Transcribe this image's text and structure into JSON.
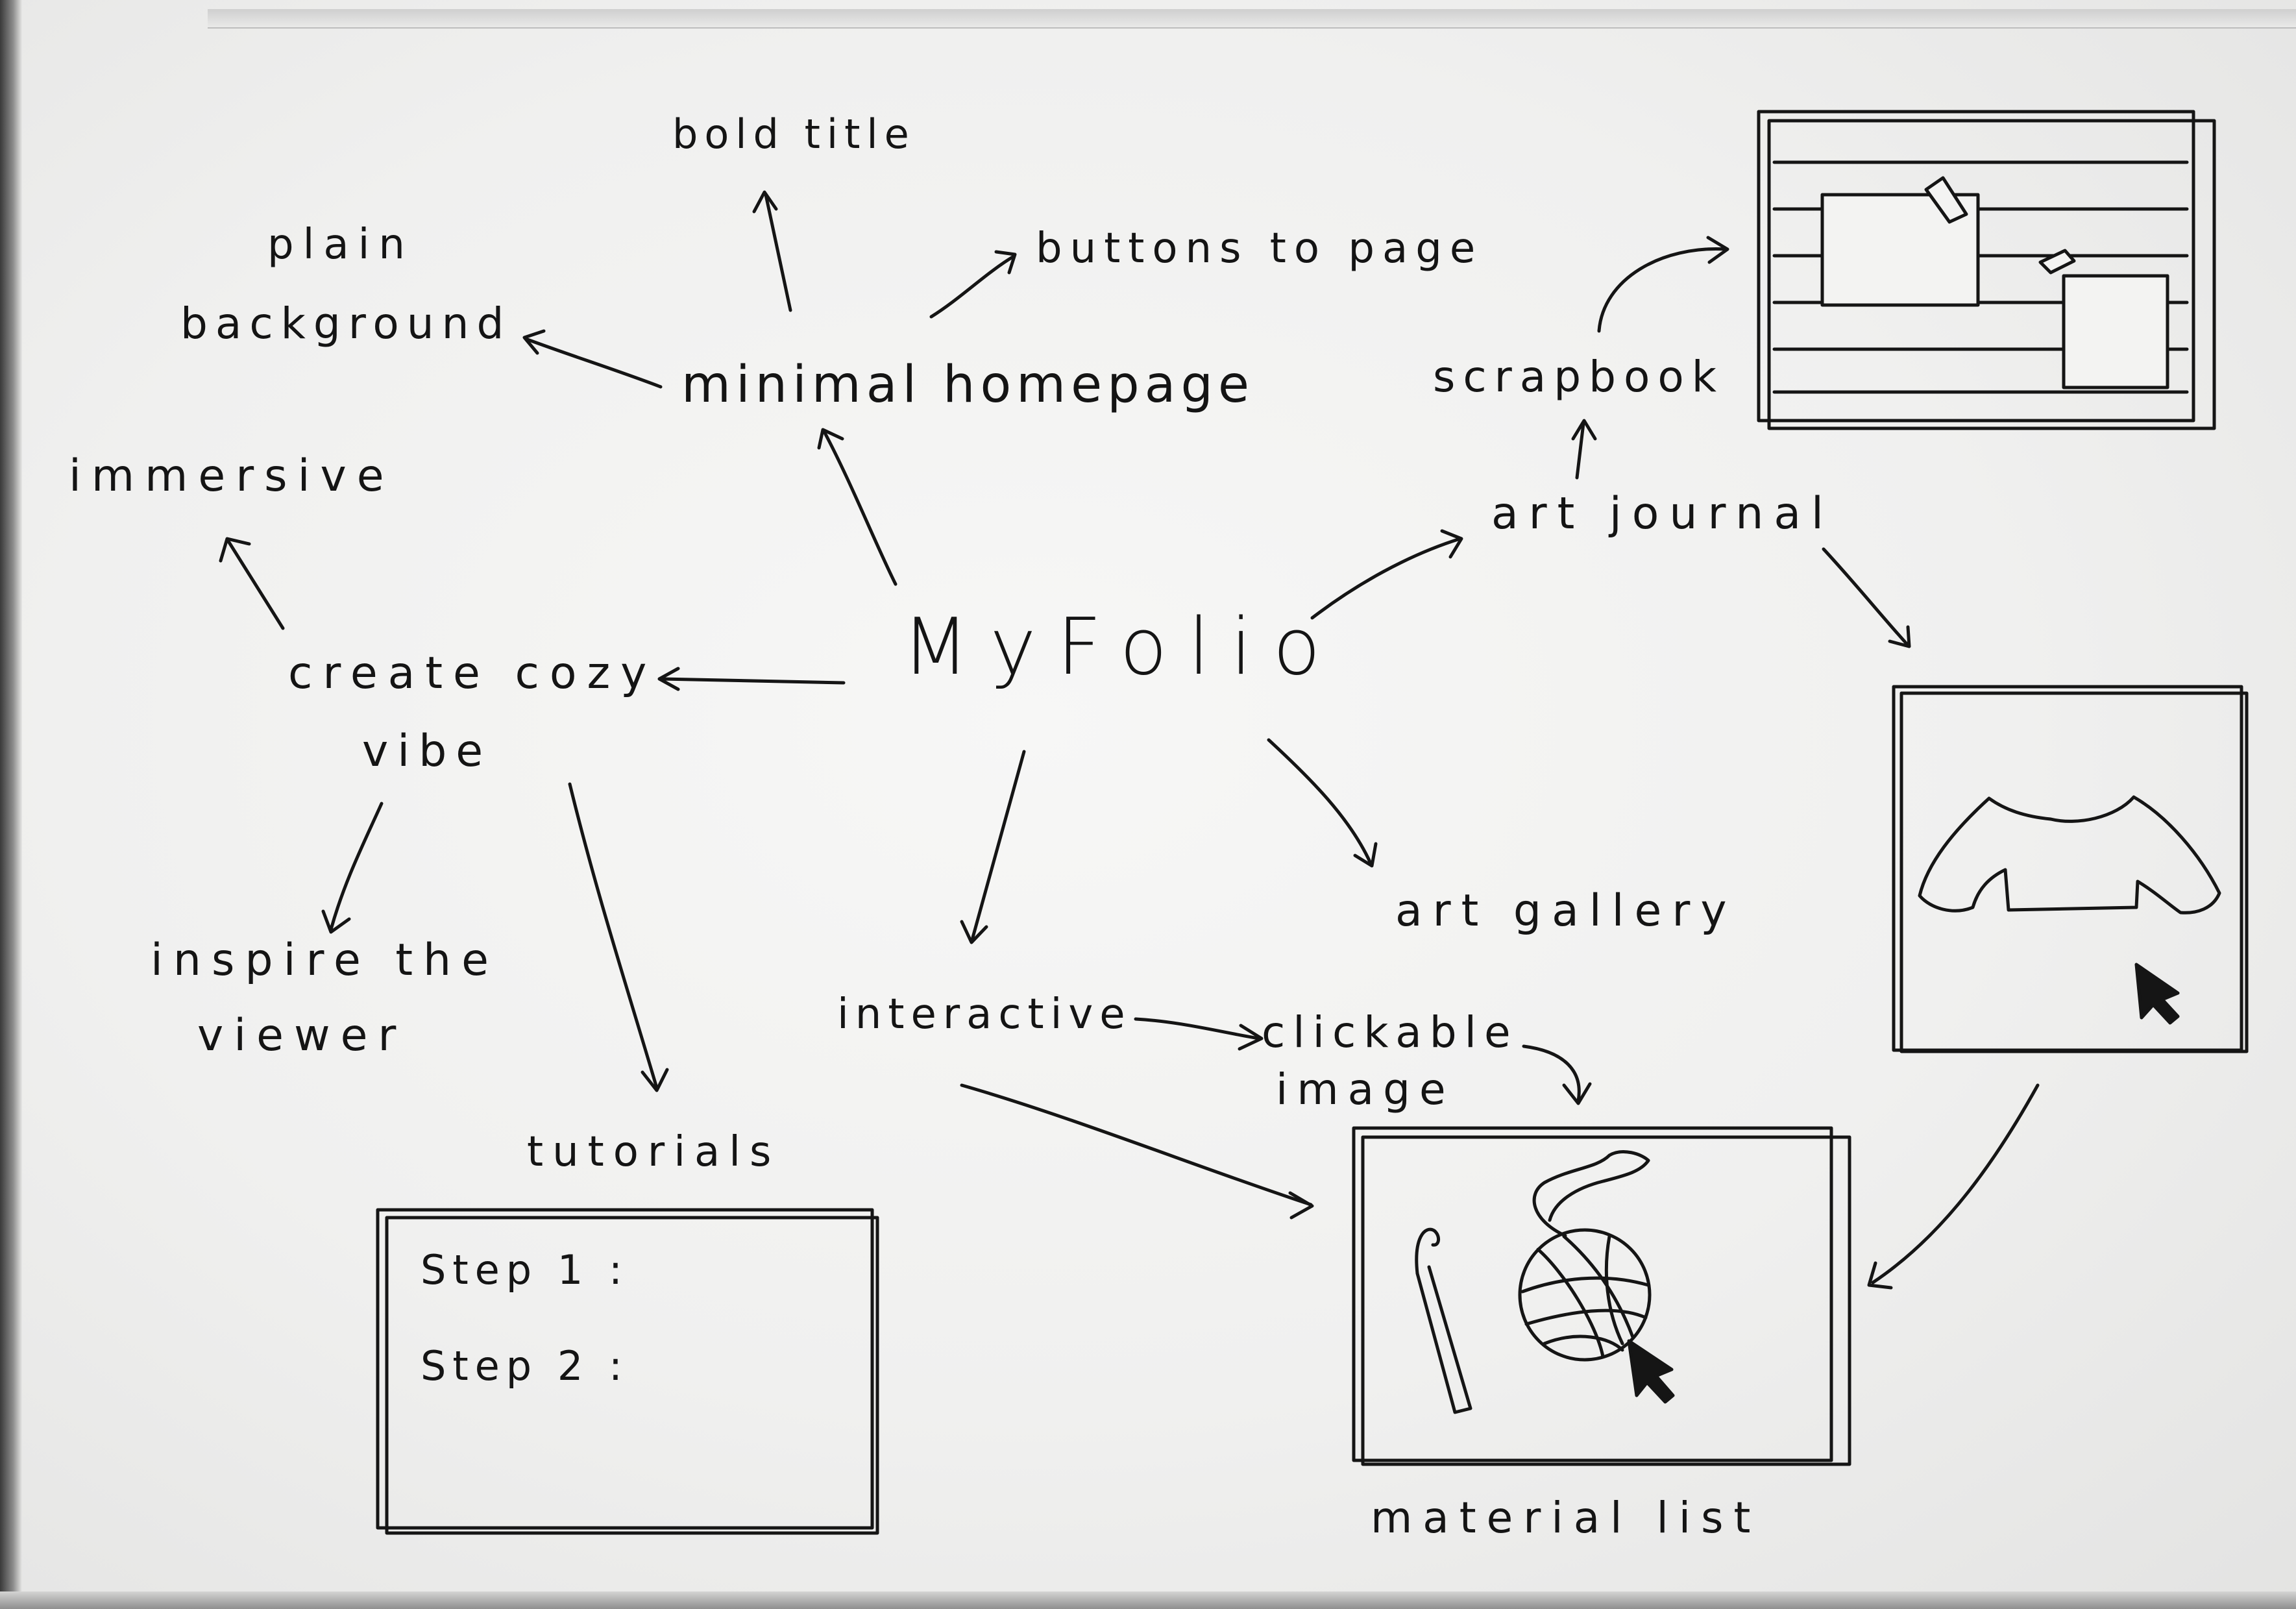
{
  "title": "MyFolio",
  "branches": {
    "homepage": {
      "label": "minimal homepage",
      "children": [
        "bold title",
        "plain",
        "background",
        "buttons to page"
      ]
    },
    "cozy": {
      "label_line1": "create cozy",
      "label_line2": "vibe",
      "children": [
        "immersive",
        "inspire the",
        "viewer",
        "tutorials"
      ]
    },
    "art_journal": {
      "label": "art journal",
      "children": [
        "scrapbook"
      ]
    },
    "art_gallery": {
      "label": "art gallery"
    },
    "interactive": {
      "label": "interactive",
      "children": [
        "clickable",
        "image"
      ]
    }
  },
  "sketches": {
    "tutorials_box": {
      "steps": [
        "Step 1 :",
        "Step 2 :"
      ]
    },
    "material_box": {
      "caption": "material list"
    }
  },
  "colors": {
    "ink": "#151515",
    "paper": "#f3f3f2"
  }
}
